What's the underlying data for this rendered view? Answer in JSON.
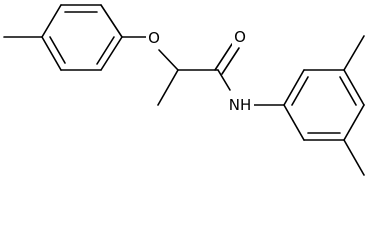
{
  "atoms": {
    "oxygen_ether": "O",
    "oxygen_carbonyl": "O",
    "nitrogen_amide": "NH"
  },
  "colors": {
    "bond": "#000000",
    "background": "#ffffff"
  }
}
